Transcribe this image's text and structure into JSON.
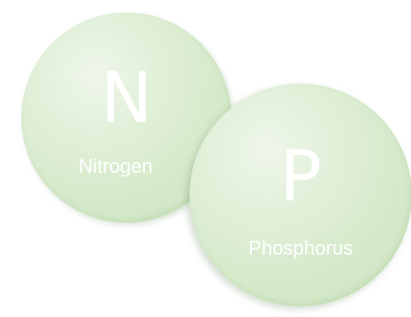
{
  "elements": [
    {
      "symbol": "N",
      "name": "Nitrogen"
    },
    {
      "symbol": "P",
      "name": "Phosphorus"
    }
  ],
  "colors": {
    "circle_fill": "#d8ebcd",
    "circle_highlight": "#eef6e9",
    "text": "#ffffff",
    "background": "#ffffff"
  }
}
